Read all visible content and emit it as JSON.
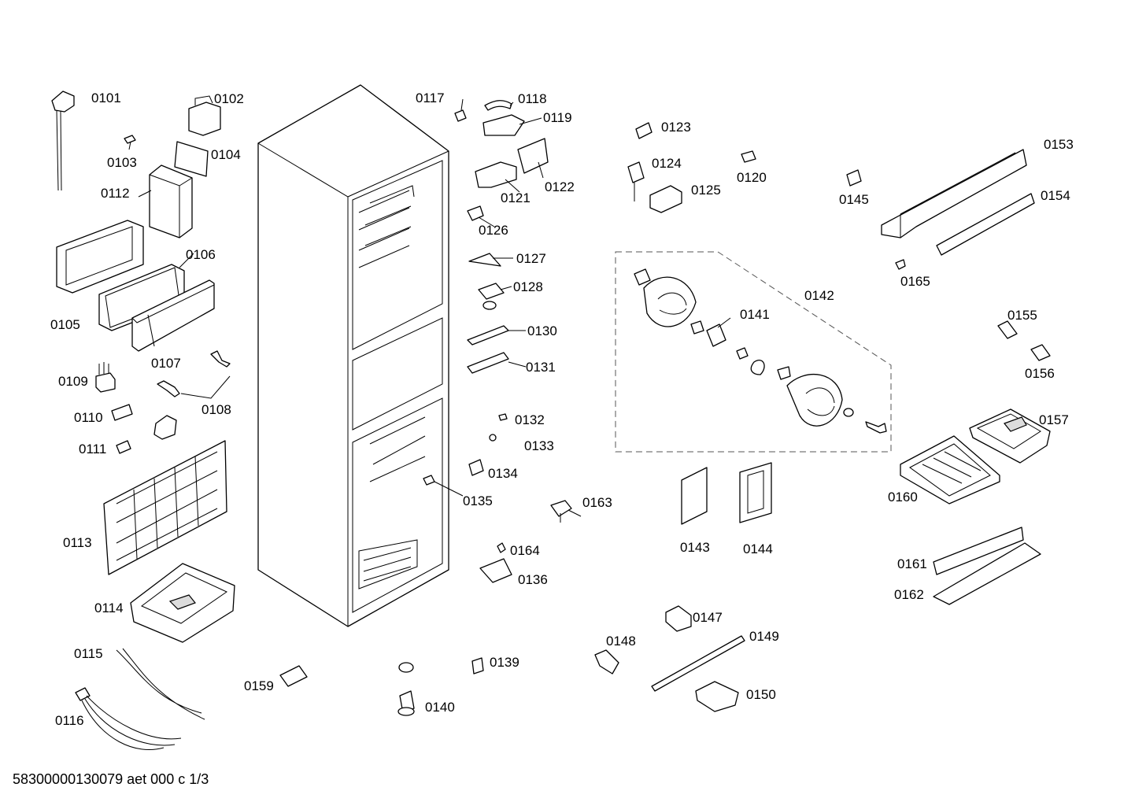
{
  "document_id": "58300000130079 aet 000 c 1/3",
  "part_labels": [
    "0101",
    "0102",
    "0103",
    "0104",
    "0105",
    "0106",
    "0107",
    "0108",
    "0109",
    "0110",
    "0111",
    "0112",
    "0113",
    "0114",
    "0115",
    "0116",
    "0117",
    "0118",
    "0119",
    "0120",
    "0121",
    "0122",
    "0123",
    "0124",
    "0125",
    "0126",
    "0127",
    "0128",
    "0130",
    "0131",
    "0132",
    "0133",
    "0134",
    "0135",
    "0136",
    "0139",
    "0140",
    "0141",
    "0142",
    "0143",
    "0144",
    "0145",
    "0147",
    "0148",
    "0149",
    "0150",
    "0153",
    "0154",
    "0155",
    "0156",
    "0157",
    "0159",
    "0160",
    "0161",
    "0162",
    "0163",
    "0164",
    "0165"
  ]
}
